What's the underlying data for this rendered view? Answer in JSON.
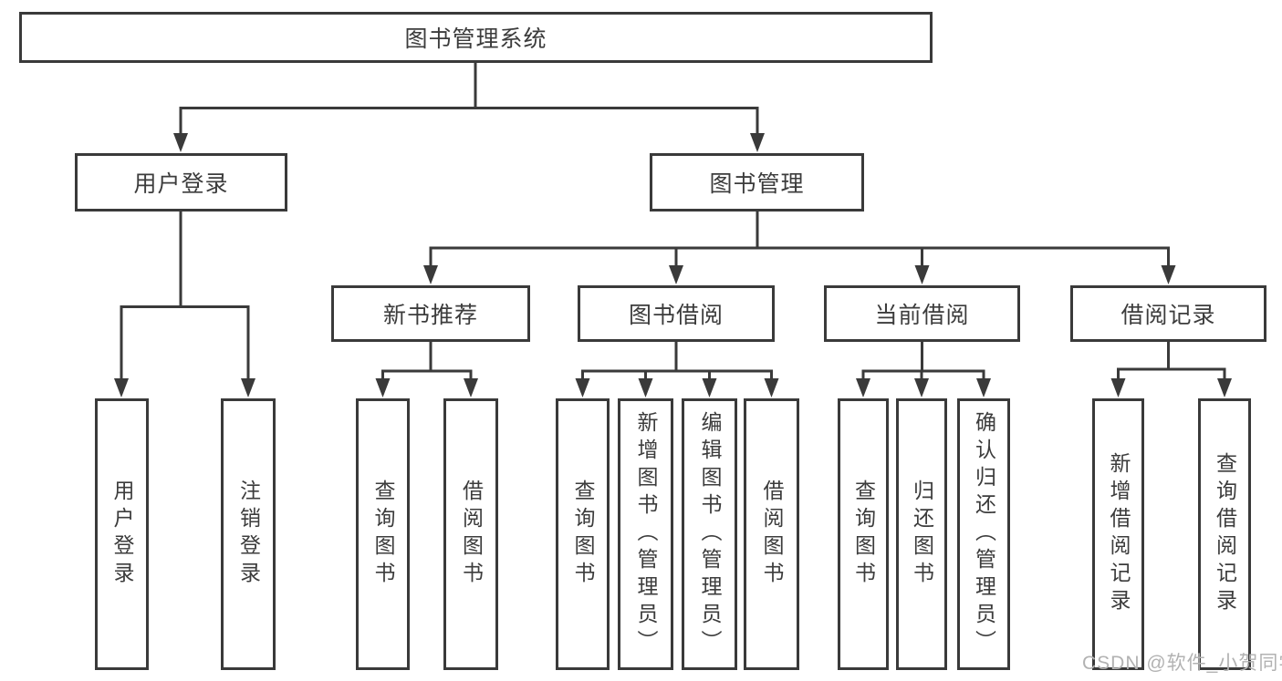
{
  "colors": {
    "line_color": "#3a3a3a",
    "text_color": "#3c3c3c",
    "box_bg": "#ffffff",
    "canvas_bg": "#ffffff",
    "watermark_color": "#b2b2b2"
  },
  "watermark": "CSDN @软件_小贺同学",
  "diagram": {
    "root": {
      "label": "图书管理系统"
    },
    "branches": [
      {
        "label": "用户登录",
        "leaves": [
          {
            "label": "用户登录"
          },
          {
            "label": "注销登录"
          }
        ]
      },
      {
        "label": "图书管理",
        "groups": [
          {
            "label": "新书推荐",
            "leaves": [
              {
                "label": "查询图书"
              },
              {
                "label": "借阅图书"
              }
            ]
          },
          {
            "label": "图书借阅",
            "leaves": [
              {
                "label": "查询图书"
              },
              {
                "label": "新增图书（管理员）"
              },
              {
                "label": "编辑图书（管理员）"
              },
              {
                "label": "借阅图书"
              }
            ]
          },
          {
            "label": "当前借阅",
            "leaves": [
              {
                "label": "查询图书"
              },
              {
                "label": "归还图书"
              },
              {
                "label": "确认归还（管理员）"
              }
            ]
          },
          {
            "label": "借阅记录",
            "leaves": [
              {
                "label": "新增借阅记录"
              },
              {
                "label": "查询借阅记录"
              }
            ]
          }
        ]
      }
    ]
  }
}
